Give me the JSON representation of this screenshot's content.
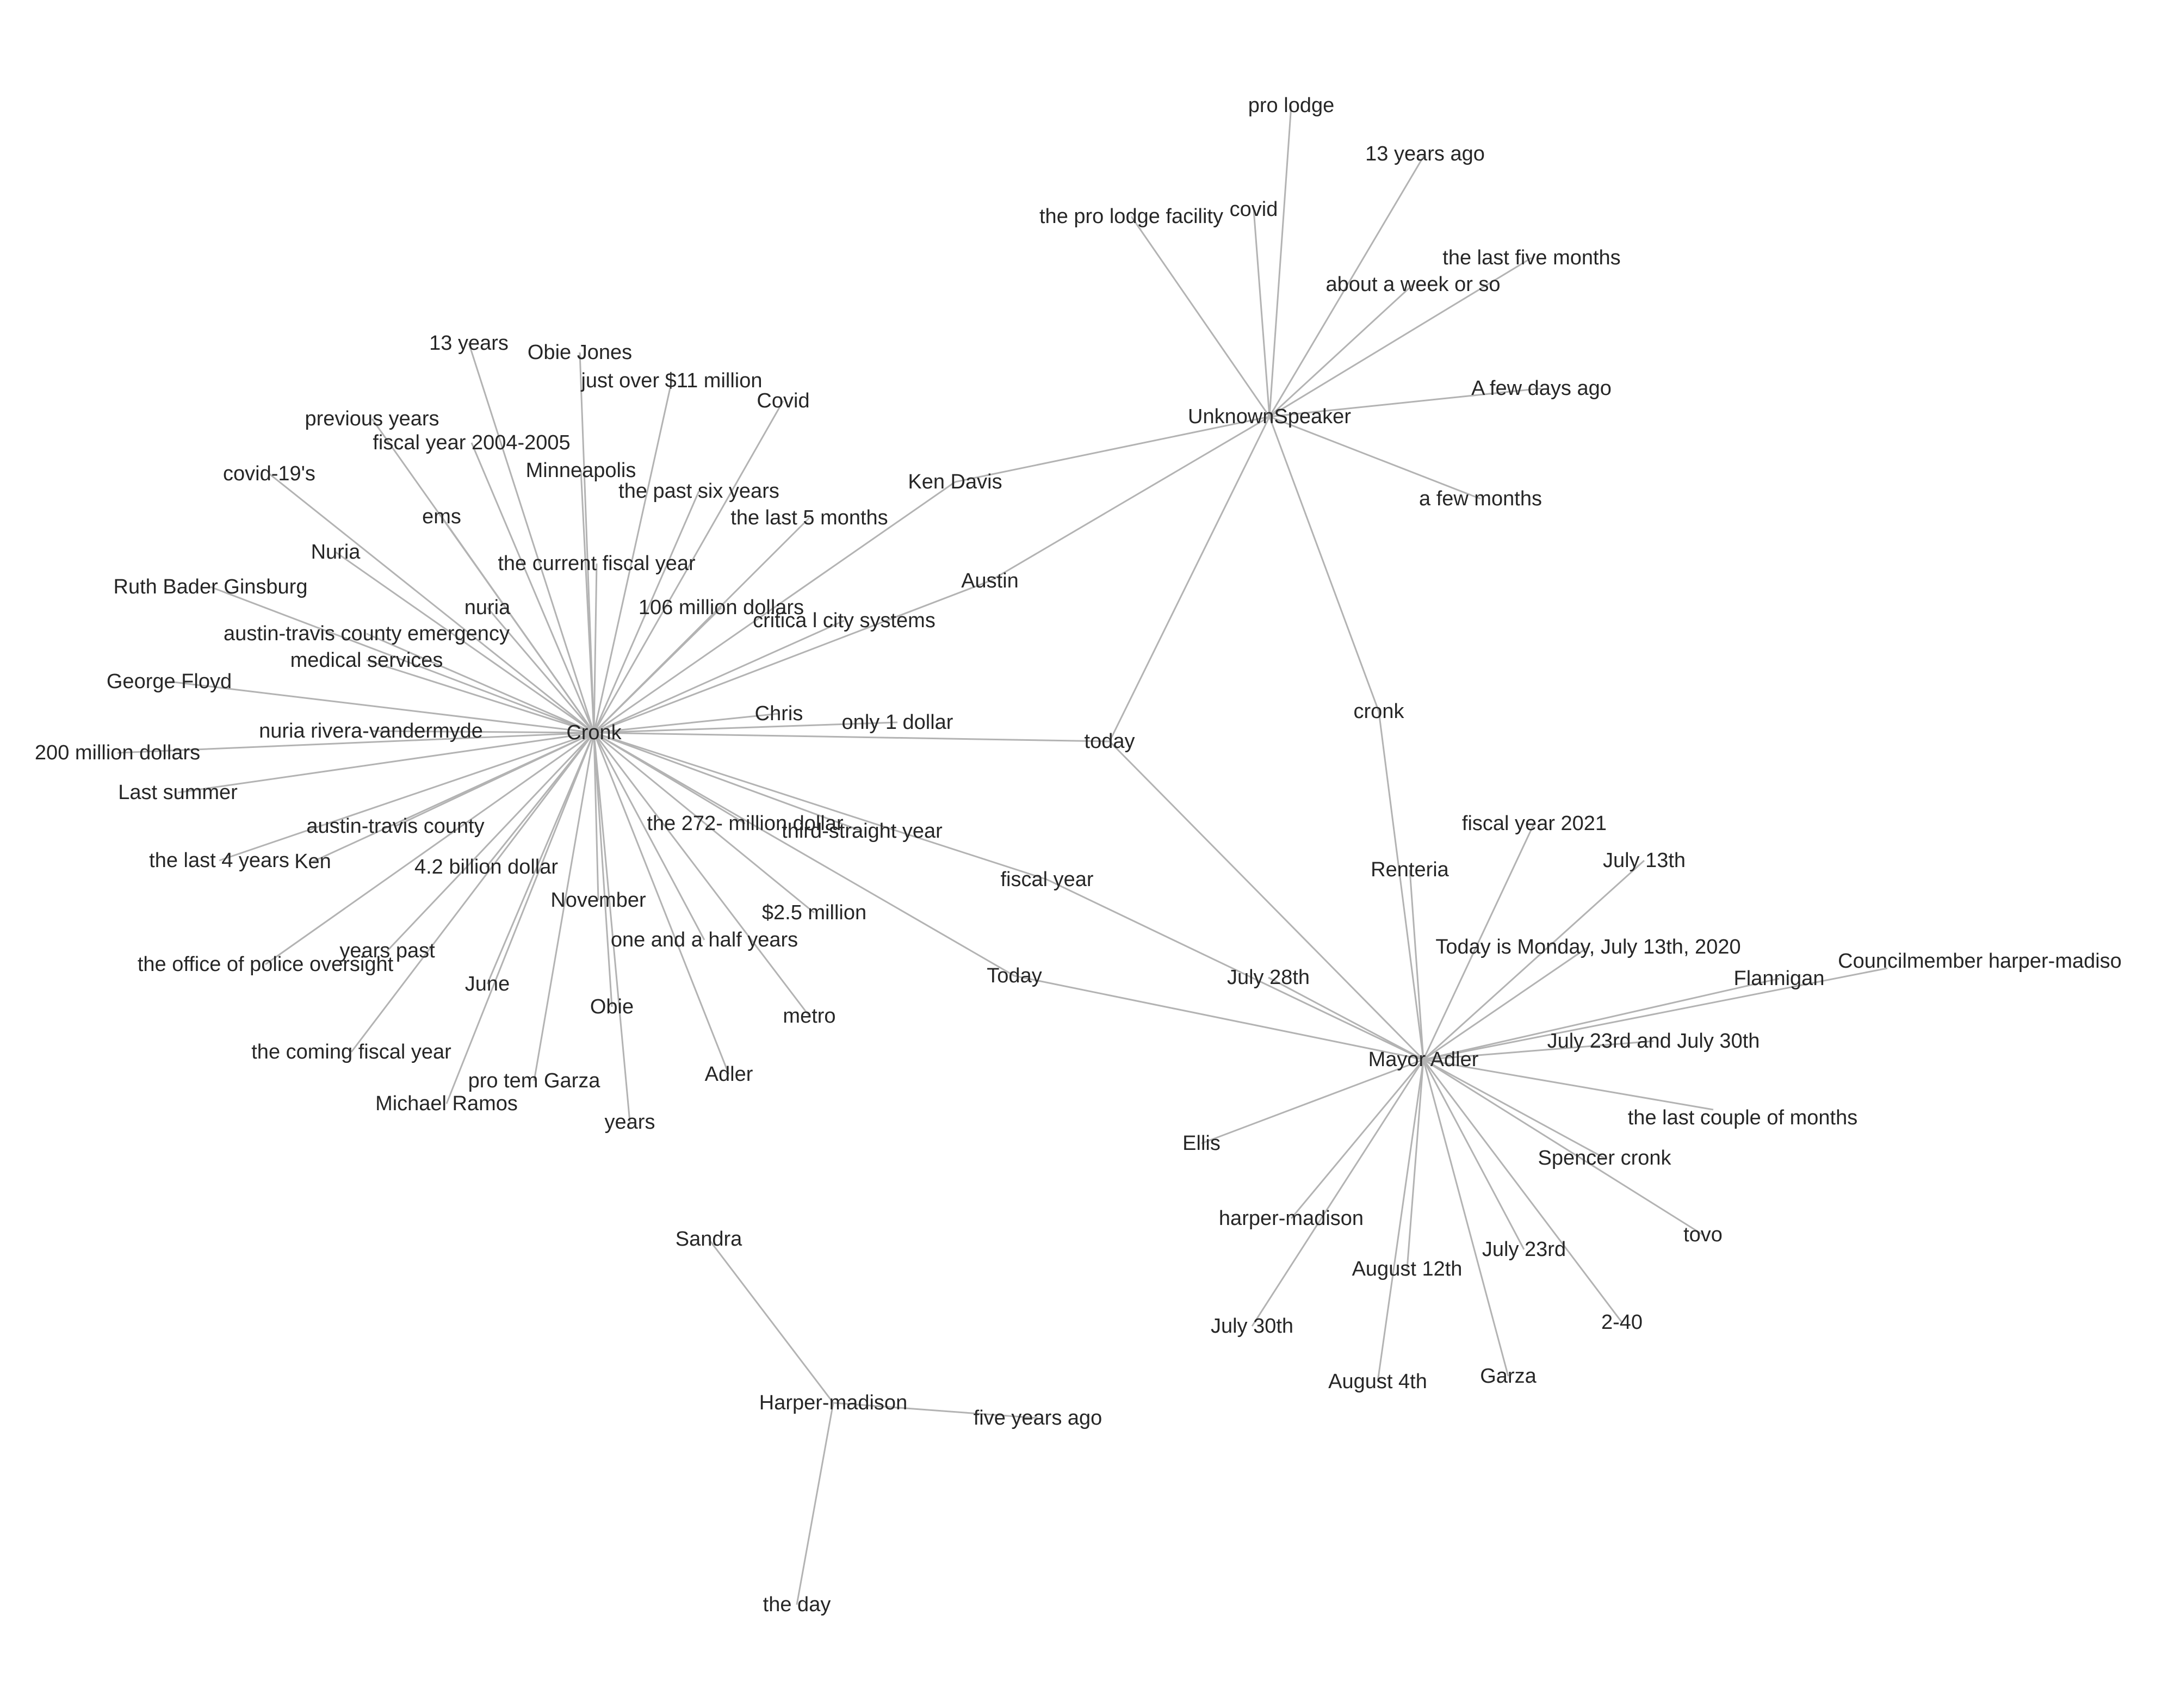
{
  "nodes": {
    "cronk_hub": "Cronk",
    "unknown_speaker": "UnknownSpeaker",
    "mayor_adler": "Mayor Adler",
    "harper_madison_hub": "Harper-madison",
    "pro_lodge": "pro lodge",
    "13_years_ago": "13 years ago",
    "pro_lodge_facility": "the pro lodge facility",
    "covid_lower": "covid",
    "last_five_months": "the last five months",
    "about_a_week": "about a week or so",
    "a_few_days_ago": "A few days ago",
    "a_few_months": "a few months",
    "ken_davis": "Ken Davis",
    "austin": "Austin",
    "today_lower": "today",
    "cronk_lower": "cronk",
    "13_years": "13 years",
    "obie_jones": "Obie Jones",
    "just_over_11m": "just over $11 million",
    "covid_cap": "Covid",
    "previous_years": "previous years",
    "fy_2004_2005": "fiscal year 2004-2005",
    "minneapolis": "Minneapolis",
    "past_six_years": "the past six years",
    "covid19s": "covid-19's",
    "last_5_months": "the last 5 months",
    "ems": "ems",
    "nuria_cap": "Nuria",
    "current_fiscal_year": "the current fiscal year",
    "ruth_bader_ginsburg": "Ruth Bader Ginsburg",
    "nuria_lower": "nuria",
    "106_million": "106 million dollars",
    "critical_city_systems": "critica l city systems",
    "atc_emergency": "austin-travis county emergency",
    "medical_services": "medical services",
    "george_floyd": "George Floyd",
    "chris": "Chris",
    "nuria_rivera": "nuria rivera-vandermyde",
    "only_1_dollar": "only 1 dollar",
    "200_million": "200 million dollars",
    "last_summer": "Last summer",
    "atc": "austin-travis county",
    "272_million": "the 272- million dollar",
    "third_straight": "third-straight year",
    "last_4_years": "the last 4 years",
    "ken": "Ken",
    "4_2_billion": "4.2 billion dollar",
    "fiscal_year": "fiscal year",
    "november": "November",
    "2_5_million": "$2.5 million",
    "one_and_half": "one and a half years",
    "years_past": "years past",
    "office_police": "the office of police oversight",
    "today_cap": "Today",
    "june": "June",
    "obie": "Obie",
    "metro": "metro",
    "coming_fiscal_year": "the coming fiscal year",
    "adler": "Adler",
    "pro_tem_garza": "pro tem Garza",
    "michael_ramos": "Michael Ramos",
    "years": "years",
    "fiscal_year_2021": "fiscal year 2021",
    "july_13th": "July 13th",
    "renteria": "Renteria",
    "today_is_monday": "Today is Monday, July 13th, 2020",
    "councilmember_hm": "Councilmember harper-madiso",
    "flannigan": "Flannigan",
    "july_28th": "July 28th",
    "july_23_30": "July 23rd and July 30th",
    "last_couple_months": "the last couple of months",
    "ellis": "Ellis",
    "spencer_cronk": "Spencer cronk",
    "tovo": "tovo",
    "harper_madison_lower": "harper-madison",
    "august_12th": "August 12th",
    "july_23rd": "July 23rd",
    "2_40": "2-40",
    "july_30th": "July 30th",
    "august_4th": "August 4th",
    "garza": "Garza",
    "sandra": "Sandra",
    "five_years_ago": "five years ago",
    "the_day": "the day"
  },
  "edges": [
    [
      "cronk_hub",
      "13_years"
    ],
    [
      "cronk_hub",
      "obie_jones"
    ],
    [
      "cronk_hub",
      "just_over_11m"
    ],
    [
      "cronk_hub",
      "covid_cap"
    ],
    [
      "cronk_hub",
      "previous_years"
    ],
    [
      "cronk_hub",
      "fy_2004_2005"
    ],
    [
      "cronk_hub",
      "minneapolis"
    ],
    [
      "cronk_hub",
      "past_six_years"
    ],
    [
      "cronk_hub",
      "covid19s"
    ],
    [
      "cronk_hub",
      "last_5_months"
    ],
    [
      "cronk_hub",
      "ems"
    ],
    [
      "cronk_hub",
      "nuria_cap"
    ],
    [
      "cronk_hub",
      "current_fiscal_year"
    ],
    [
      "cronk_hub",
      "ruth_bader_ginsburg"
    ],
    [
      "cronk_hub",
      "nuria_lower"
    ],
    [
      "cronk_hub",
      "106_million"
    ],
    [
      "cronk_hub",
      "critical_city_systems"
    ],
    [
      "cronk_hub",
      "atc_emergency"
    ],
    [
      "cronk_hub",
      "medical_services"
    ],
    [
      "cronk_hub",
      "george_floyd"
    ],
    [
      "cronk_hub",
      "chris"
    ],
    [
      "cronk_hub",
      "nuria_rivera"
    ],
    [
      "cronk_hub",
      "only_1_dollar"
    ],
    [
      "cronk_hub",
      "200_million"
    ],
    [
      "cronk_hub",
      "last_summer"
    ],
    [
      "cronk_hub",
      "atc"
    ],
    [
      "cronk_hub",
      "272_million"
    ],
    [
      "cronk_hub",
      "third_straight"
    ],
    [
      "cronk_hub",
      "last_4_years"
    ],
    [
      "cronk_hub",
      "ken"
    ],
    [
      "cronk_hub",
      "4_2_billion"
    ],
    [
      "cronk_hub",
      "fiscal_year"
    ],
    [
      "cronk_hub",
      "november"
    ],
    [
      "cronk_hub",
      "2_5_million"
    ],
    [
      "cronk_hub",
      "one_and_half"
    ],
    [
      "cronk_hub",
      "years_past"
    ],
    [
      "cronk_hub",
      "office_police"
    ],
    [
      "cronk_hub",
      "today_cap"
    ],
    [
      "cronk_hub",
      "june"
    ],
    [
      "cronk_hub",
      "obie"
    ],
    [
      "cronk_hub",
      "metro"
    ],
    [
      "cronk_hub",
      "coming_fiscal_year"
    ],
    [
      "cronk_hub",
      "adler"
    ],
    [
      "cronk_hub",
      "pro_tem_garza"
    ],
    [
      "cronk_hub",
      "michael_ramos"
    ],
    [
      "cronk_hub",
      "years"
    ],
    [
      "cronk_hub",
      "ken_davis"
    ],
    [
      "cronk_hub",
      "austin"
    ],
    [
      "cronk_hub",
      "today_lower"
    ],
    [
      "unknown_speaker",
      "pro_lodge"
    ],
    [
      "unknown_speaker",
      "13_years_ago"
    ],
    [
      "unknown_speaker",
      "pro_lodge_facility"
    ],
    [
      "unknown_speaker",
      "covid_lower"
    ],
    [
      "unknown_speaker",
      "last_five_months"
    ],
    [
      "unknown_speaker",
      "about_a_week"
    ],
    [
      "unknown_speaker",
      "a_few_days_ago"
    ],
    [
      "unknown_speaker",
      "a_few_months"
    ],
    [
      "unknown_speaker",
      "ken_davis"
    ],
    [
      "unknown_speaker",
      "austin"
    ],
    [
      "unknown_speaker",
      "today_lower"
    ],
    [
      "unknown_speaker",
      "cronk_lower"
    ],
    [
      "mayor_adler",
      "today_lower"
    ],
    [
      "mayor_adler",
      "cronk_lower"
    ],
    [
      "mayor_adler",
      "fiscal_year"
    ],
    [
      "mayor_adler",
      "today_cap"
    ],
    [
      "mayor_adler",
      "fiscal_year_2021"
    ],
    [
      "mayor_adler",
      "july_13th"
    ],
    [
      "mayor_adler",
      "renteria"
    ],
    [
      "mayor_adler",
      "today_is_monday"
    ],
    [
      "mayor_adler",
      "councilmember_hm"
    ],
    [
      "mayor_adler",
      "flannigan"
    ],
    [
      "mayor_adler",
      "july_28th"
    ],
    [
      "mayor_adler",
      "july_23_30"
    ],
    [
      "mayor_adler",
      "last_couple_months"
    ],
    [
      "mayor_adler",
      "ellis"
    ],
    [
      "mayor_adler",
      "spencer_cronk"
    ],
    [
      "mayor_adler",
      "tovo"
    ],
    [
      "mayor_adler",
      "harper_madison_lower"
    ],
    [
      "mayor_adler",
      "august_12th"
    ],
    [
      "mayor_adler",
      "july_23rd"
    ],
    [
      "mayor_adler",
      "2_40"
    ],
    [
      "mayor_adler",
      "july_30th"
    ],
    [
      "mayor_adler",
      "august_4th"
    ],
    [
      "mayor_adler",
      "garza"
    ],
    [
      "harper_madison_hub",
      "sandra"
    ],
    [
      "harper_madison_hub",
      "five_years_ago"
    ],
    [
      "harper_madison_hub",
      "the_day"
    ]
  ]
}
